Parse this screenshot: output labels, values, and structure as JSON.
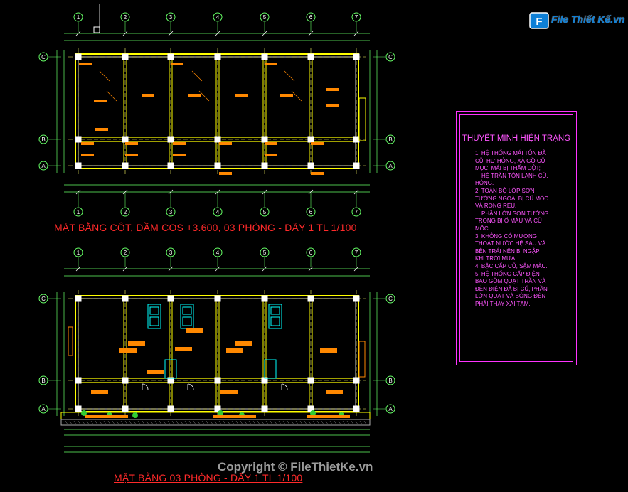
{
  "plan_top": {
    "title": "MẶT BẰNG CỘT, DẦM COS +3.600, 03 PHÒNG - DÃY 1 TL 1/100",
    "grid_cols": [
      "1",
      "2",
      "3",
      "4",
      "5",
      "6",
      "7"
    ],
    "grid_rows": [
      "C",
      "B",
      "A"
    ]
  },
  "plan_bottom": {
    "title": "MẶT BẰNG 03 PHÒNG - DÃY 1 TL 1/100",
    "grid_cols": [
      "1",
      "2",
      "3",
      "4",
      "5",
      "6",
      "7"
    ],
    "grid_rows": [
      "C",
      "B",
      "A"
    ]
  },
  "legend": {
    "heading": "THUYẾT MINH HIỆN TRẠNG",
    "items": [
      "1. HỆ THỐNG MÁI TÔN ĐÃ",
      "CŨ, HƯ HỎNG, XÀ GỒ CŨ",
      "MỤC, MÁI BỊ THẤM DỘT;",
      "HỆ TRẦN TÔN LẠNH CŨ,",
      "HỎNG.",
      "2. TOÀN BỘ LỚP SƠN",
      "TƯỜNG NGOÀI BỊ CŨ MỐC",
      "VÀ RONG RÊU,",
      "PHẦN LỚN SƠN TƯỜNG",
      "TRONG BỊ Ố MÀU VÀ CŨ",
      "MỐC.",
      "3. KHÔNG CÓ MƯƠNG",
      "THOÁT NƯỚC HỆ SAU VÀ",
      "BÊN TRÁI NÊN BỊ NGẬP",
      "KHI TRỜI MƯA.",
      "4. BẬC CẤP CŨ, SẬM MÀU.",
      "5. HỆ THỐNG CẤP ĐIỆN",
      "BAO GỒM QUẠT TRẦN VÀ",
      "ĐÈN ĐIỆN ĐÃ BỊ CŨ, PHẦN",
      "LỚN QUẠT VÀ BÓNG ĐÈN",
      "PHẢI THAY XÀI TẠM."
    ],
    "indented": [
      3,
      8
    ]
  },
  "logo": {
    "text": "File Thiết Kế.vn",
    "badge_text": "F"
  },
  "watermark": "Copyright © FileThietKe.vn",
  "colors": {
    "background": "#000000",
    "frame": "#ffffff",
    "grid_axis": "#ffff66",
    "wall": "#ffff00",
    "dimension": "#66ff66",
    "bubble": "#66ff66",
    "tag": "#ff8800",
    "title": "#ff2a2a",
    "legend": "#ff55ff",
    "furniture": "#00ffff"
  }
}
